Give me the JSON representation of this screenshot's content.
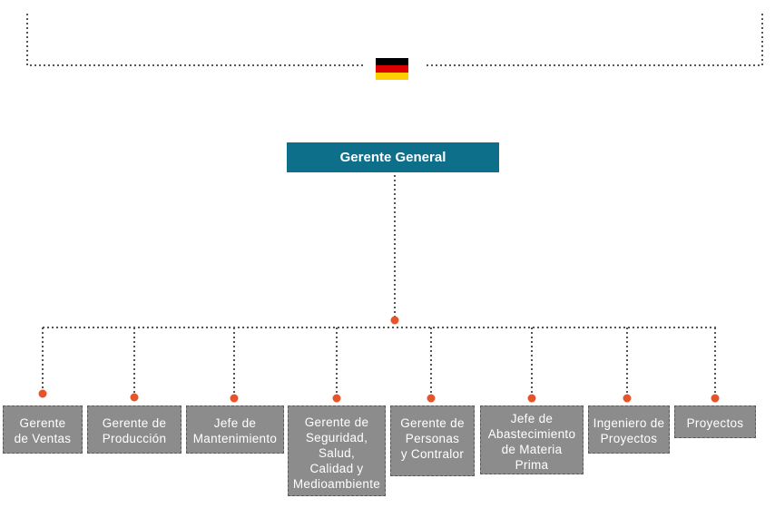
{
  "chart": {
    "top_title": "Gerente General",
    "positions": [
      "Gerente\nde Ventas",
      "Gerente de\nProducción",
      "Jefe de\nMantenimiento",
      "Gerente de\nSeguridad,\nSalud,\nCalidad y\nMedioambiente",
      "Gerente de\nPersonas\ny Contralor",
      "Jefe de\nAbastecimiento\nde Materia\nPrima",
      "Ingeniero de\nProyectos",
      "Proyectos"
    ]
  },
  "flag": {
    "icon": "germany-flag-icon",
    "colors": [
      "#000000",
      "#dd0000",
      "#ffce00"
    ]
  },
  "colors": {
    "top_box": "#0e6f8b",
    "node_fill": "#8c8c8c",
    "dot": "#e8542a",
    "dotted_line": "#555555"
  }
}
